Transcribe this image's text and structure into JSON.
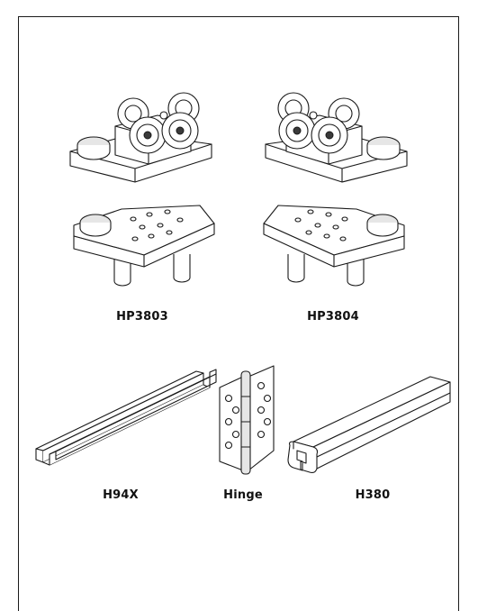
{
  "labels": {
    "hp3803": "HP3803",
    "hp3804": "HP3804",
    "h94x": "H94X",
    "hinge": "Hinge",
    "h380": "H380"
  },
  "colors": {
    "line": "#1a1a1a",
    "background": "#ffffff",
    "shade": "#e6e6e6"
  }
}
